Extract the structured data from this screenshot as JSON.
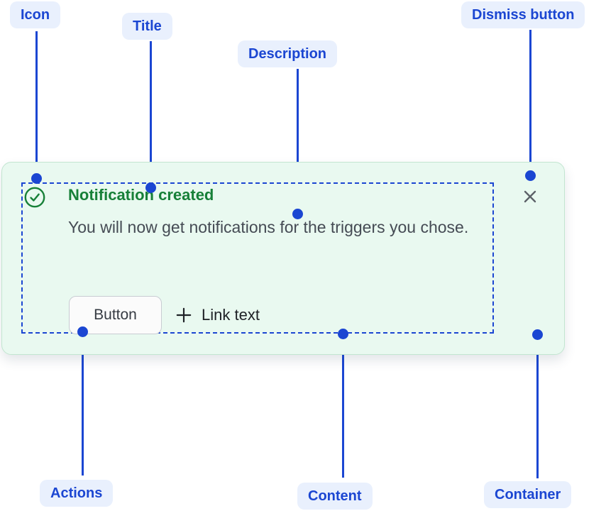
{
  "annotations": {
    "icon_label": "Icon",
    "title_label": "Title",
    "description_label": "Description",
    "dismiss_label": "Dismiss button",
    "actions_label": "Actions",
    "content_label": "Content",
    "container_label": "Container"
  },
  "flag": {
    "icon": "success-check-icon",
    "title": "Notification created",
    "description": "You will now get notifications for the triggers you chose.",
    "actions": {
      "button_label": "Button",
      "link_icon": "plus-icon",
      "link_label": "Link text"
    },
    "dismiss_icon": "close-icon"
  },
  "colors": {
    "accent_blue": "#1B46D2",
    "annotation_pill_bg": "#E9F0FD",
    "success_green": "#178038",
    "container_bg": "#E9F9F0",
    "description_text": "#454B54",
    "dismiss_gray": "#5C6168"
  }
}
